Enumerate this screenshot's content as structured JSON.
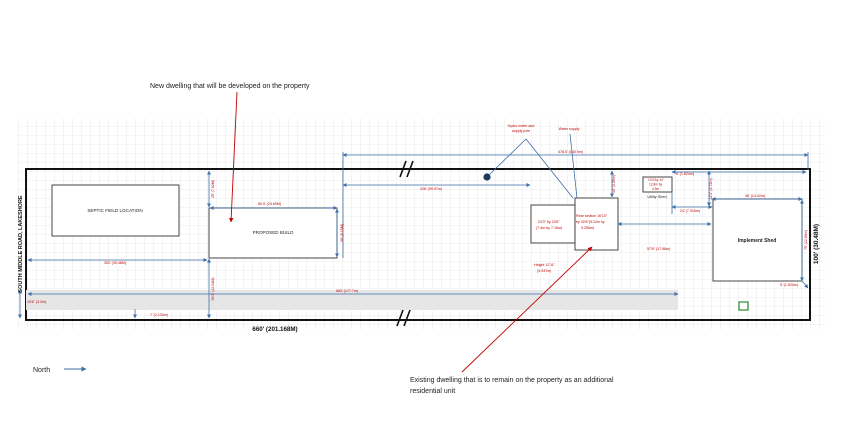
{
  "annotations": {
    "new_dwelling_note": "New dwelling that will be developed on the property",
    "existing_dwelling_note_line1": "Existing dwelling that is to remain on the property as an additional",
    "existing_dwelling_note_line2": "residential unit",
    "north_label": "North"
  },
  "plan": {
    "road_label": "SOUTH MIDDLE ROAD, LAKESHORE",
    "width_label": "100' (30.48M)",
    "length_label": "660' (201.168M)",
    "septic_label": "SEPTIC FIELD LOCATION",
    "proposed_build_label": "PROPOSED BUILD",
    "implement_shed_label": "Implement Shed",
    "utility_shed_label": "Utility Shed",
    "hydro_label_line1": "Hydro meter and",
    "hydro_label_line2": "supply pole",
    "water_label": "Water supply",
    "existing_rear_line1": "Rear section 16'10\"",
    "existing_rear_line2": "by 30'6\"(5.12m by",
    "existing_rear_line3": "9.296m)",
    "existing_front_line1": "24'3\" by 23'6\"",
    "existing_front_line2": "(7.4m by 7.16m)",
    "height_line1": "Height 12'11\"",
    "height_line2": "(3.937m)",
    "utility_dims_line1": "10'4\"by 14'",
    "utility_dims_line2": "12.8m by",
    "utility_dims_line3": "4.3m"
  },
  "dimensions": {
    "d_478": "478.5' (145.9m)",
    "d_328": "328' (99.97m)",
    "d_80": "80.5' (24.69M)",
    "d_300": "300' (30.48M)",
    "d_583": "583' (177.7m)",
    "d_7": "7' (2.134m)",
    "d_10": "10'6\" (3.2m)",
    "d_25_top": "25' (7.62M)",
    "d_39": "39.5' (12.04M)",
    "d_30_side": "30' (9.15M)",
    "d_6": "6' (1.824m)",
    "d_24": "24' (7.316m)",
    "d_22": "22'1\" (6.72m)",
    "d_57": "57'8\" (17.58m)",
    "d_46": "46' (14.02m)",
    "d_5": "5' (1.524m)",
    "d_75": "75' (22.86m)",
    "d_10_utility": "10' (3.05m)"
  }
}
